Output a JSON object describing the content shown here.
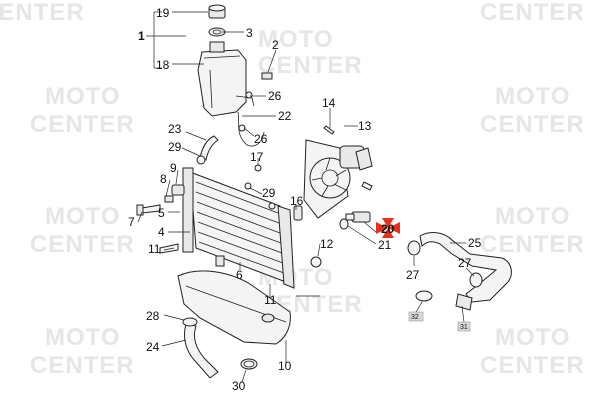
{
  "watermark": {
    "line1": "MOTO",
    "line2": "CENTER"
  },
  "callouts": [
    {
      "id": "19",
      "label": "19"
    },
    {
      "id": "1",
      "label": "1"
    },
    {
      "id": "3",
      "label": "3"
    },
    {
      "id": "18",
      "label": "18"
    },
    {
      "id": "2",
      "label": "2"
    },
    {
      "id": "26a",
      "label": "26"
    },
    {
      "id": "22",
      "label": "22"
    },
    {
      "id": "26b",
      "label": "26"
    },
    {
      "id": "14",
      "label": "14"
    },
    {
      "id": "13",
      "label": "13"
    },
    {
      "id": "23",
      "label": "23"
    },
    {
      "id": "17",
      "label": "17"
    },
    {
      "id": "29a",
      "label": "29"
    },
    {
      "id": "9",
      "label": "9"
    },
    {
      "id": "8",
      "label": "8"
    },
    {
      "id": "29b",
      "label": "29"
    },
    {
      "id": "16",
      "label": "16"
    },
    {
      "id": "7",
      "label": "7"
    },
    {
      "id": "5",
      "label": "5"
    },
    {
      "id": "4",
      "label": "4"
    },
    {
      "id": "20",
      "label": "20"
    },
    {
      "id": "21",
      "label": "21"
    },
    {
      "id": "25",
      "label": "25"
    },
    {
      "id": "12",
      "label": "12"
    },
    {
      "id": "11a",
      "label": "11"
    },
    {
      "id": "6",
      "label": "6"
    },
    {
      "id": "27a",
      "label": "27"
    },
    {
      "id": "27b",
      "label": "27"
    },
    {
      "id": "11b",
      "label": "11"
    },
    {
      "id": "28",
      "label": "28"
    },
    {
      "id": "32",
      "label": "32"
    },
    {
      "id": "31",
      "label": "31"
    },
    {
      "id": "24",
      "label": "24"
    },
    {
      "id": "10",
      "label": "10"
    },
    {
      "id": "30",
      "label": "30"
    }
  ],
  "highlighted": "20",
  "colors": {
    "highlight": "#e8301c",
    "watermark": "#e6e6e6",
    "ink": "#222222"
  }
}
